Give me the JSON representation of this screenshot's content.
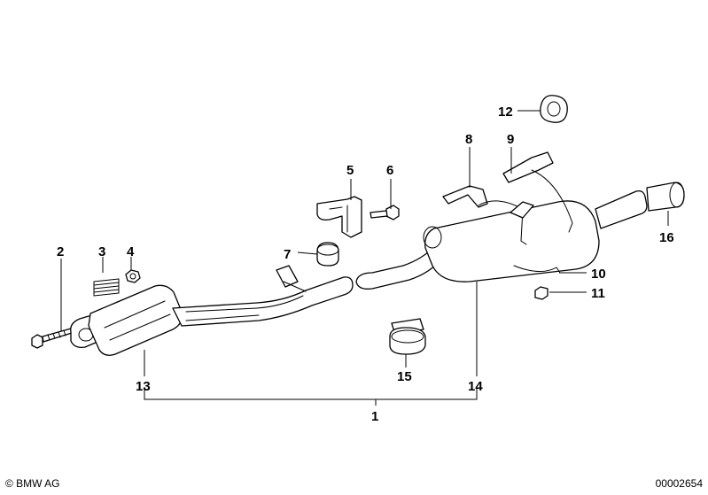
{
  "callouts": {
    "c1": "1",
    "c2": "2",
    "c3": "3",
    "c4": "4",
    "c5": "5",
    "c6": "6",
    "c7": "7",
    "c8": "8",
    "c9": "9",
    "c10": "10",
    "c11": "11",
    "c12": "12",
    "c13": "13",
    "c14": "14",
    "c15": "15",
    "c16": "16"
  },
  "footer": {
    "copyright": "© BMW AG",
    "document_number": "00002654"
  }
}
